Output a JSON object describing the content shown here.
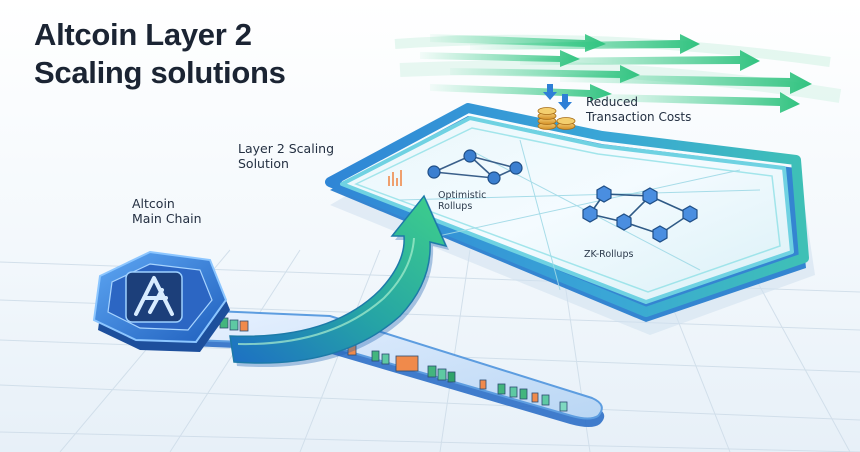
{
  "title": {
    "line1": "Altcoin Layer 2",
    "line2": "Scaling solutions"
  },
  "labels": {
    "main_chain": [
      "Altcoin",
      "Main Chain"
    ],
    "layer2": [
      "Layer 2 Scaling",
      "Solution"
    ],
    "reduced_costs": [
      "Reduced",
      "Transaction Costs"
    ],
    "optimistic": [
      "Optimistic",
      "Rollups"
    ],
    "zk": "ZK-Rollups"
  },
  "colors": {
    "title": "#1b2433",
    "platform_blue": "#2f86d6",
    "platform_teal": "#3ec0b6",
    "arrow_green": "#2fb877",
    "hexagon": "#2a6fd1",
    "block_orange": "#f08a4b",
    "block_green": "#43b57d",
    "coin_gold": "#e2a93a"
  },
  "icons": {
    "chain_logo": "altcoin-logo-icon",
    "coins": "coin-stack-icon",
    "down_arrows": "down-arrow-icon",
    "speed_arrows": "speed-arrow-icon",
    "network_nodes": "cube-node-icon"
  }
}
